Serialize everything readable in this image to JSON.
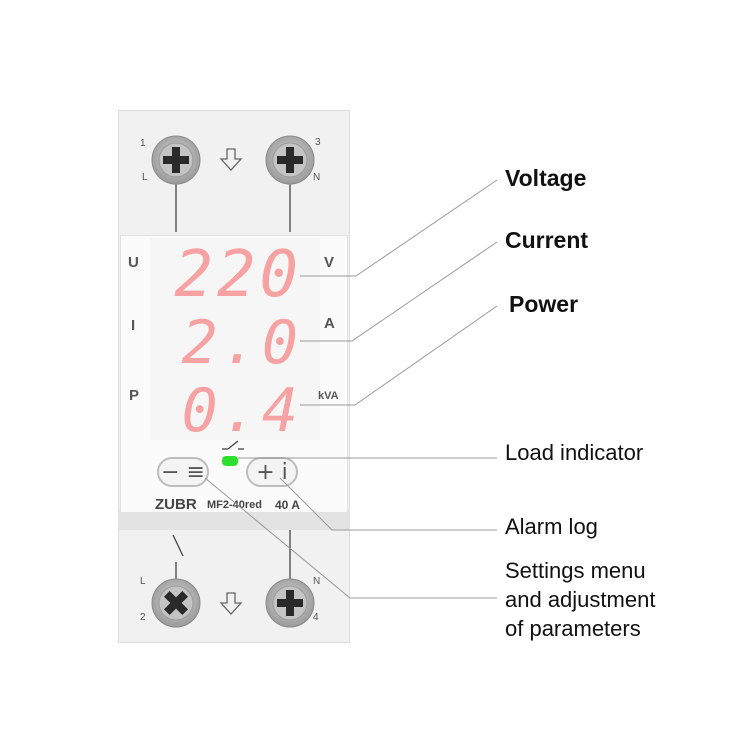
{
  "labels": {
    "voltage": "Voltage",
    "current": "Current",
    "power": "Power",
    "load_indicator": "Load indicator",
    "alarm_log": "Alarm log",
    "settings_line1": "Settings menu",
    "settings_line2": "and adjustment",
    "settings_line3": "of parameters"
  },
  "device": {
    "side_labels": [
      "U",
      "I",
      "P"
    ],
    "units": [
      "V",
      "A",
      "kVA"
    ],
    "readings": [
      "220",
      "2.0",
      "0.4"
    ],
    "top_terminals": [
      {
        "num": "1",
        "letter": "L"
      },
      {
        "num": "3",
        "letter": "N"
      }
    ],
    "bottom_terminals": [
      {
        "num": "2",
        "letter": "L"
      },
      {
        "num": "4",
        "letter": "N"
      }
    ],
    "brand": "ZUBR",
    "model": "MF2-40red",
    "rating": "40 A",
    "button_minus": "− ≡",
    "button_plus": "+ i",
    "led_color": "#2ee02e",
    "digit_color": "#f6a2a2"
  }
}
